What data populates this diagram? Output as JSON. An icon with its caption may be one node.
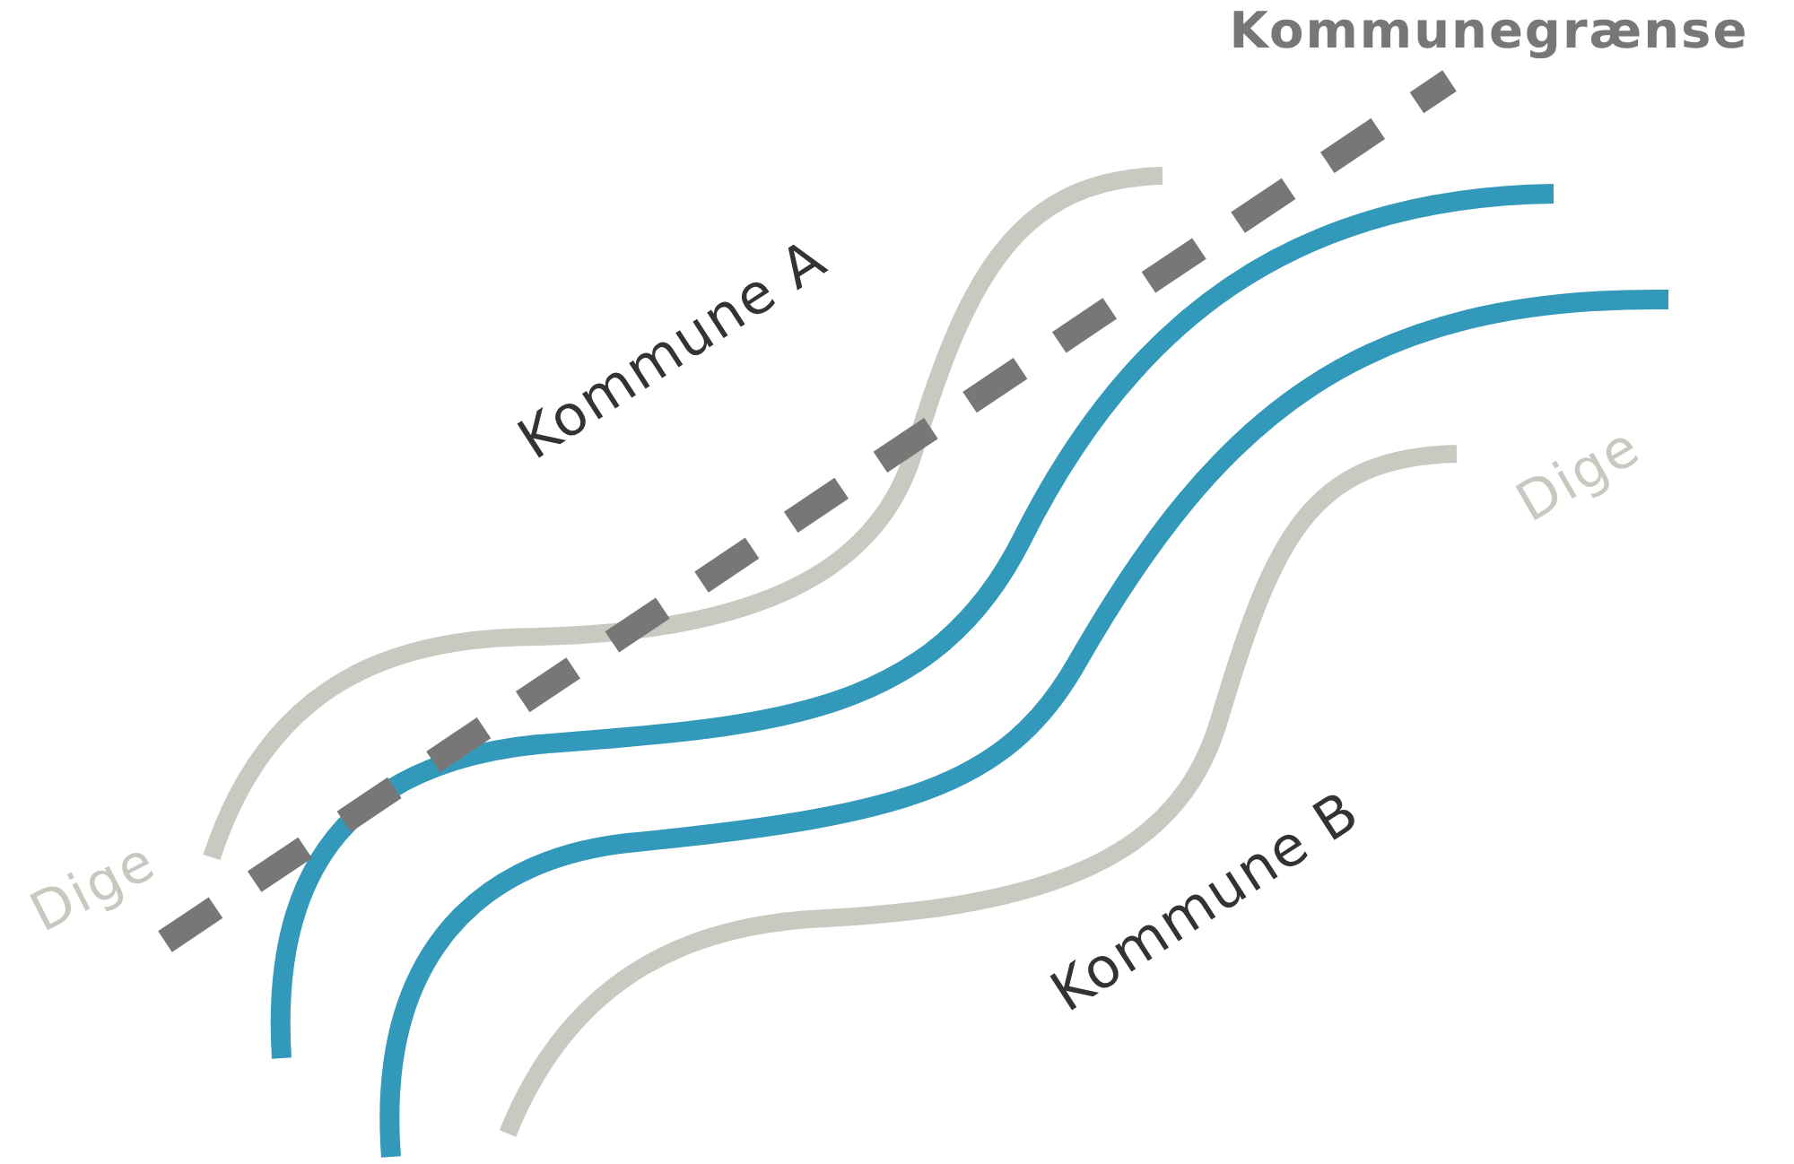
{
  "diagram": {
    "labels": [
      "Kommunegrænse",
      "Kommune A",
      "Dige",
      "Kommune B",
      "Dige"
    ]
  }
}
